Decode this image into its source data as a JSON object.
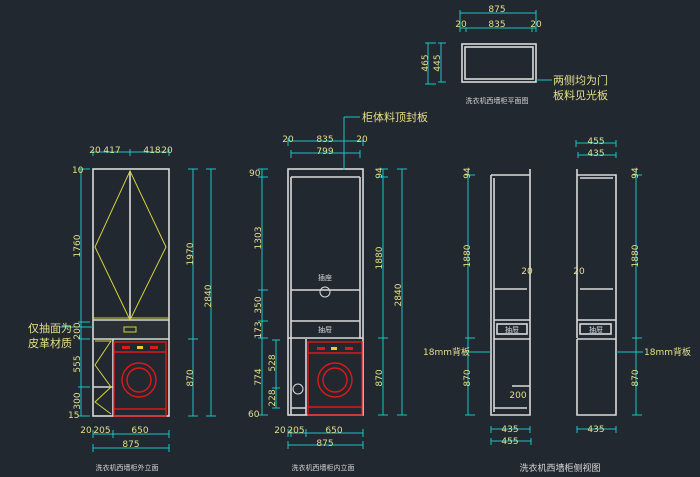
{
  "plan": {
    "title": "洗衣机西墙柜平面图",
    "w875": "875",
    "w20a": "20",
    "w835": "835",
    "w20b": "20",
    "d465": "465",
    "d445": "445",
    "note1": "两侧均为门",
    "note2": "板料见光板"
  },
  "outer": {
    "title": "洗衣机西墙柜外立面",
    "t20a": "20",
    "t417": "417",
    "t418": "418",
    "t20b": "20",
    "l10": "10",
    "l1760": "1760",
    "l200": "200",
    "l555": "555",
    "l300": "300",
    "l15": "15",
    "r1970": "1970",
    "r870": "870",
    "r2840": "2840",
    "b20": "20",
    "b205": "205",
    "b650": "650",
    "b875": "875",
    "note1": "仅抽面为",
    "note2": "皮革材质"
  },
  "inner": {
    "title": "洗衣机西墙柜内立面",
    "note": "柜体料顶封板",
    "t20a": "20",
    "t835": "835",
    "t20b": "20",
    "t799": "799",
    "l90": "90",
    "l1303": "1303",
    "l350": "350",
    "l173": "173",
    "l774": "774",
    "l528": "528",
    "l228": "228",
    "l60": "60",
    "r94": "94",
    "r1880": "1880",
    "r870": "870",
    "r2840": "2840",
    "socket": "插座",
    "drawer": "抽屉",
    "b20": "20",
    "b205": "205",
    "b650": "650",
    "b875": "875"
  },
  "side": {
    "title": "洗衣机西墙柜侧视图",
    "l94": "94",
    "l1880": "1880",
    "l870": "870",
    "r94": "94",
    "r1880": "1880",
    "r870": "870",
    "t455": "455",
    "t435": "435",
    "bl435": "435",
    "bl455": "455",
    "br435": "435",
    "g20a": "20",
    "g20b": "20",
    "s200": "200",
    "back_left": "18mm背板",
    "back_right": "18mm背板",
    "drawer_left": "抽屉",
    "drawer_right": "抽屉"
  }
}
